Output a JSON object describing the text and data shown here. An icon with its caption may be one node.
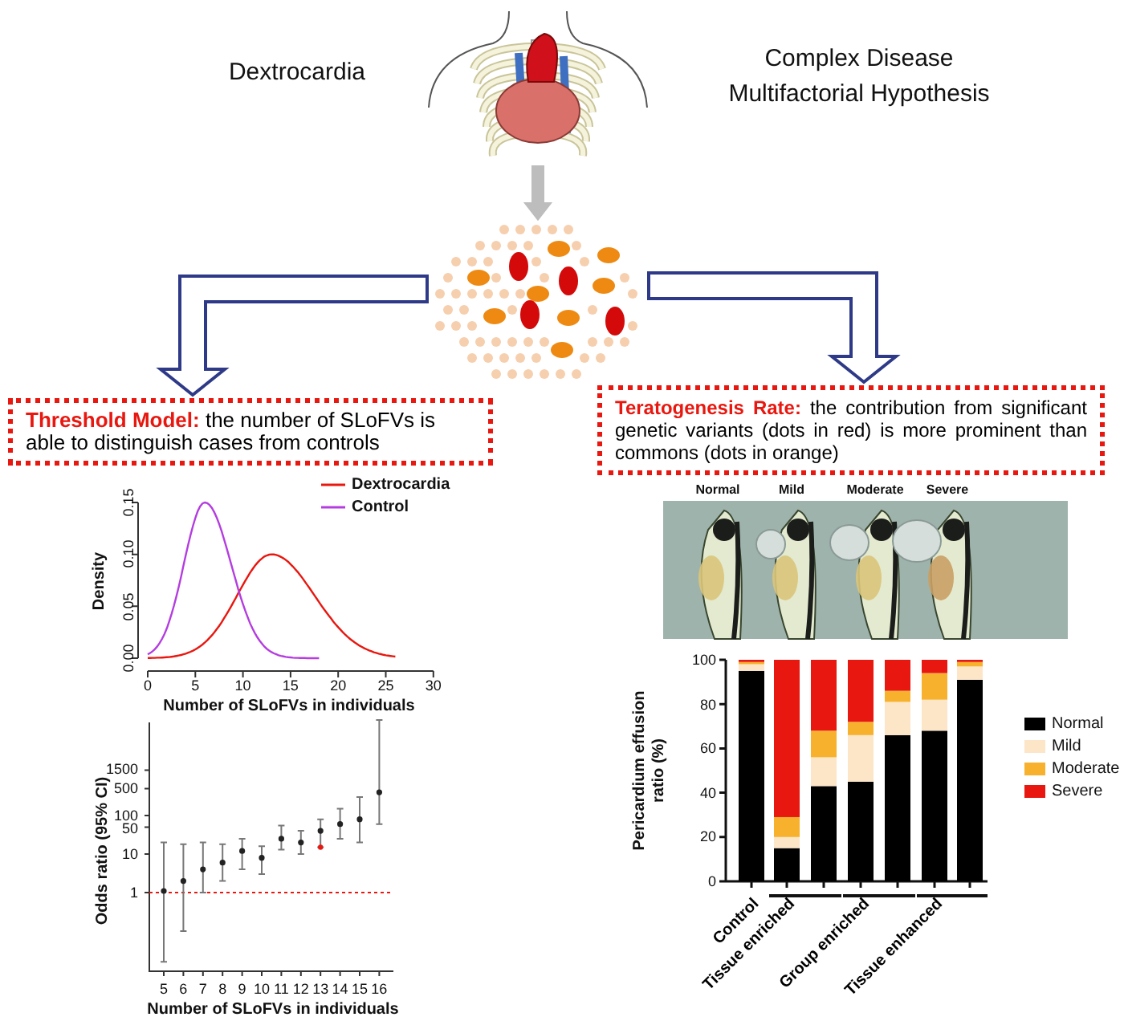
{
  "diagram": {
    "nodes": [
      {
        "text": [],
        "shape": "picture"
      },
      {
        "text": [],
        "shape": "picture"
      },
      {
        "text": [
          "Threshold Model:",
          "the number of SLoFVs is able to distinguish cases from controls"
        ]
      },
      {
        "text": [
          "Teratogenesis Rate:",
          "the contribution from significant genetic variants (dots in red) is more prominent than commons (dots in orange)"
        ]
      }
    ],
    "edges": [
      {
        "from": 0,
        "to": 1,
        "arrow": "to",
        "color": "#bdbdbd"
      },
      {
        "from": 1,
        "to": 2,
        "arrow": "to"
      },
      {
        "from": 1,
        "to": 3,
        "arrow": "to"
      }
    ],
    "labels": [
      "Dextrocardia",
      "Complex Disease Multifactorial Hypothesis",
      "0.15",
      "0.10",
      "0.05",
      "0.00",
      "Density",
      "0",
      "5",
      "10",
      "15",
      "20",
      "25",
      "30",
      "Number of SLoFVs in individuals",
      "1500",
      "500",
      "100",
      "50",
      "10",
      "1",
      "Odds ratio (95% CI)",
      "5",
      "6",
      "7",
      "8",
      "9",
      "10",
      "11",
      "12",
      "13",
      "14",
      "15",
      "16",
      "Number of SLoFVs in individuals",
      "Normal",
      "Mild",
      "Moderate",
      "Severe"
    ],
    "legend": [
      {
        "text": "Dextrocardia"
      },
      {
        "text": "Control"
      }
    ],
    "chart_data": {
      "type": "bar",
      "stacked": true,
      "legend": "right",
      "ylabel": "Pericardium effusion ratio (%)",
      "categories": [
        "Control",
        "Tissue enriched",
        null,
        "Group enriched",
        null,
        "Tissue enhanced",
        null
      ],
      "ylim": [
        0,
        100
      ],
      "yticks": [
        0,
        20,
        40,
        60,
        80,
        100
      ],
      "series": [
        {
          "name": "Normal",
          "color": "#000000",
          "values": [
            95,
            15,
            43,
            45,
            66,
            68,
            91
          ]
        },
        {
          "name": "Mild",
          "color": "#fde5c8",
          "values": [
            3,
            5,
            13,
            21,
            15,
            14,
            6
          ]
        },
        {
          "name": "Moderate",
          "color": "#f7b12d",
          "values": [
            1,
            9,
            12,
            6,
            5,
            12,
            2
          ]
        },
        {
          "name": "Severe",
          "color": "#e8170f",
          "values": [
            1,
            71,
            32,
            28,
            14,
            6,
            1
          ]
        }
      ]
    }
  }
}
